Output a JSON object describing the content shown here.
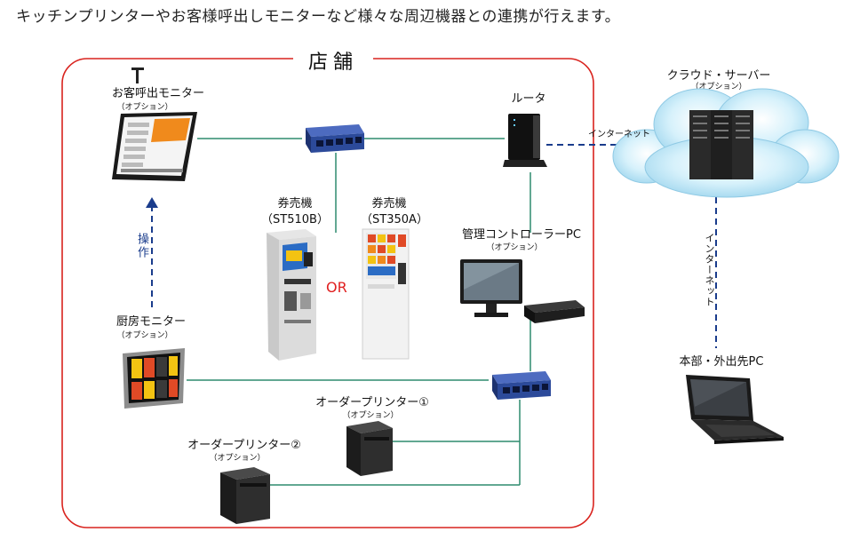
{
  "headline": "キッチンプリンターやお客様呼出しモニターなど様々な周辺機器との連携が行えます。",
  "store": {
    "title": "店舗"
  },
  "devices": {
    "call_monitor": {
      "label": "お客呼出モニター",
      "option": "（オプション）"
    },
    "kitchen_monitor": {
      "label": "厨房モニター",
      "option": "（オプション）"
    },
    "ticket_machine_1": {
      "label": "券売機",
      "model": "（ST510B）"
    },
    "ticket_machine_2": {
      "label": "券売機",
      "model": "（ST350A）"
    },
    "router": {
      "label": "ルータ"
    },
    "admin_pc": {
      "label": "管理コントローラーPC",
      "option": "（オプション）"
    },
    "order_printer_1": {
      "label": "オーダープリンター①",
      "option": "（オプション）"
    },
    "order_printer_2": {
      "label": "オーダープリンター②",
      "option": "（オプション）"
    },
    "cloud_server": {
      "label": "クラウド・サーバー",
      "option": "（オプション）"
    },
    "hq_pc": {
      "label": "本部・外出先PC"
    }
  },
  "connections": {
    "operate": "操作",
    "or": "OR",
    "internet_h": "インターネット",
    "internet_v": "インターネット"
  },
  "colors": {
    "store_border": "#d9231e",
    "solid_line": "#2e8b6e",
    "dashed_line": "#1a3c8c",
    "cloud": "#c9ecf9",
    "switch": "#2c4a9a",
    "or_text": "#e02020"
  }
}
